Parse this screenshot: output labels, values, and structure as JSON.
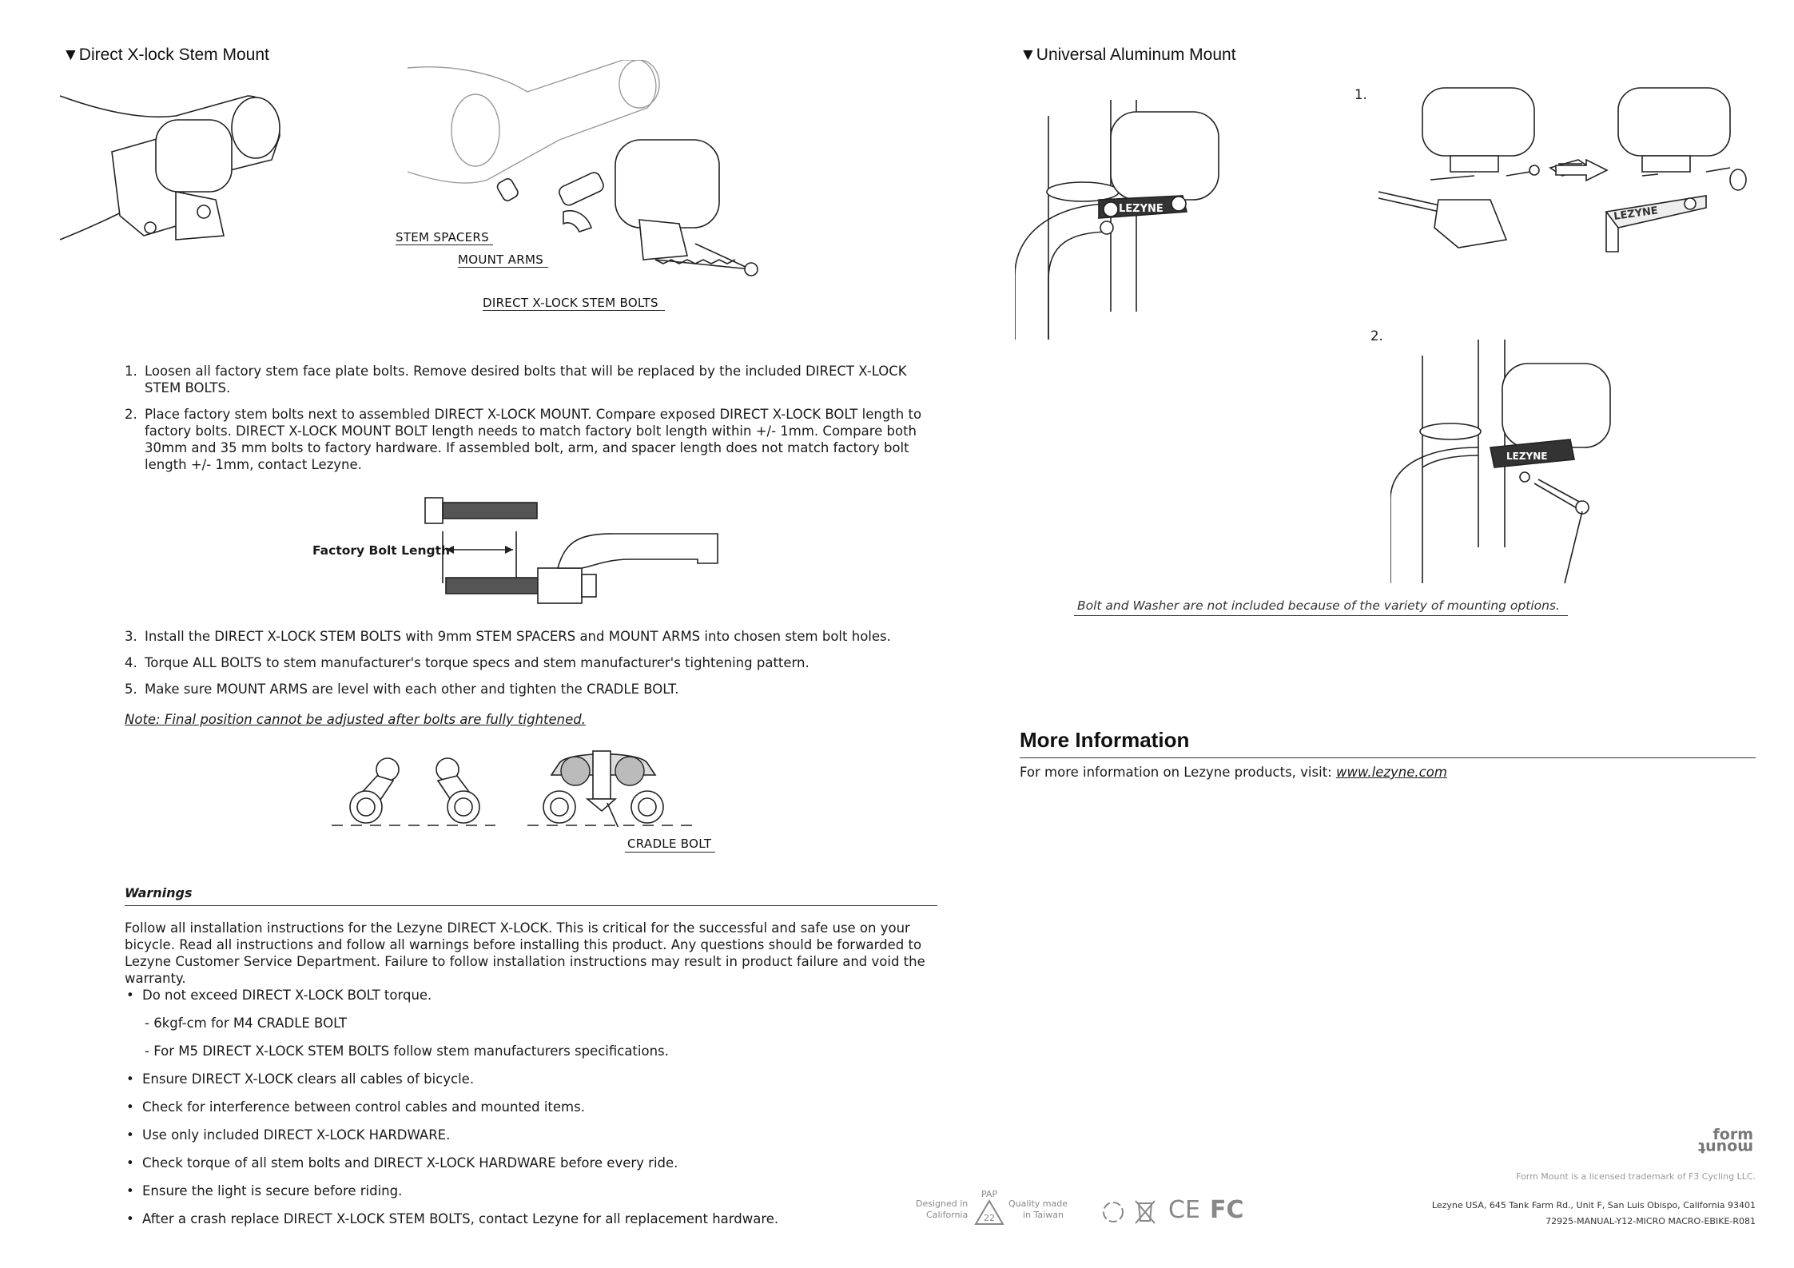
{
  "left": {
    "section_title": "▼Direct X-lock Stem Mount",
    "callouts": {
      "stem_spacers": "STEM SPACERS",
      "mount_arms": "MOUNT ARMS",
      "stem_bolts": "DIRECT X-LOCK STEM BOLTS"
    },
    "steps_a": [
      {
        "num": "1.",
        "text": "Loosen all factory stem face plate bolts. Remove desired bolts that will be replaced by the included DIRECT X-LOCK STEM BOLTS."
      },
      {
        "num": "2.",
        "text": "Place factory stem bolts next to assembled DIRECT X-LOCK MOUNT. Compare exposed DIRECT X-LOCK BOLT length to factory bolts.  DIRECT X-LOCK MOUNT BOLT length needs to match factory bolt length within +/- 1mm.  Compare both 30mm and 35 mm bolts to factory hardware. If assembled bolt, arm, and spacer length does not match factory bolt length +/- 1mm, contact Lezyne."
      }
    ],
    "factory_bolt_label": "Factory Bolt Length",
    "steps_b": [
      {
        "num": "3.",
        "text": "Install the DIRECT X-LOCK STEM BOLTS with 9mm STEM SPACERS and MOUNT ARMS into chosen stem bolt holes."
      },
      {
        "num": "4.",
        "text": "Torque ALL BOLTS to stem manufacturer's torque specs and stem manufacturer's tightening pattern."
      },
      {
        "num": "5.",
        "text": "Make sure MOUNT ARMS are level with each other and tighten the CRADLE BOLT."
      }
    ],
    "note": "Note: Final position cannot be adjusted after bolts are fully tightened.",
    "cradle_bolt": "CRADLE BOLT",
    "warnings_title": "Warnings",
    "warnings_intro": "Follow all installation instructions for the Lezyne DIRECT X-LOCK.  This is critical for the successful and safe use on your bicycle. Read all instructions and follow all warnings before installing this product.  Any questions should be forwarded to Lezyne Customer Service Department.  Failure to follow installation instructions may result in product failure and void the warranty.",
    "warnings": [
      "Do not exceed DIRECT X-LOCK BOLT torque.",
      "- 6kgf-cm for M4 CRADLE BOLT",
      "- For M5 DIRECT X-LOCK STEM BOLTS follow stem manufacturers specifications.",
      "Ensure DIRECT X-LOCK clears all cables of bicycle.",
      "Check for interference between control cables and mounted items.",
      "Use only included DIRECT X-LOCK HARDWARE.",
      "Check torque of all stem bolts and DIRECT X-LOCK HARDWARE before every ride.",
      "Ensure the light is secure before riding.",
      "After a crash replace DIRECT X-LOCK STEM BOLTS, contact Lezyne for all replacement hardware."
    ]
  },
  "right": {
    "section_title": "▼Universal Aluminum Mount",
    "fig1_label": "1.",
    "fig2_label": "2.",
    "mount_logo": "LEZYNE",
    "bolt_note": "Bolt and Washer are not included because of the variety of mounting options.",
    "more_info_title": "More Information",
    "more_info_text": "For more information on Lezyne products, visit: ",
    "more_info_link": "www.lezyne.com"
  },
  "footer": {
    "formmount_logo_top": "form",
    "formmount_logo_bottom": "mount",
    "trademark": "Form Mount is a licensed trademark of F3 Cycling LLC.",
    "designed_in": "Designed in",
    "designed_loc": "California",
    "pap": "PAP",
    "pap_num": "22",
    "quality_made": "Quality made",
    "quality_loc": "in Taiwan",
    "ce": "CE",
    "fcc": "FC",
    "address": "Lezyne USA, 645 Tank Farm Rd., Unit F, San Luis Obispo, California 93401",
    "part_no": "72925-MANUAL-Y12-MICRO MACRO-EBIKE-R081"
  }
}
